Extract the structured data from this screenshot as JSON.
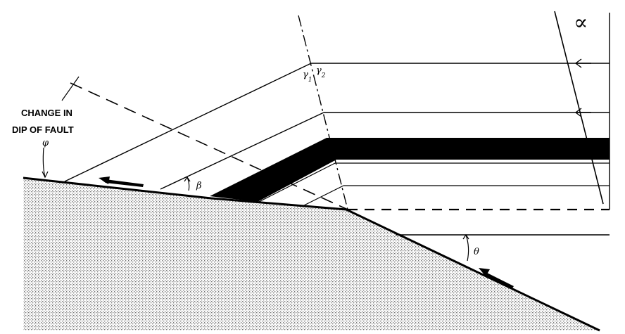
{
  "diagram": {
    "annotation_line1": "CHANGE IN",
    "annotation_line2": "DIP OF FAULT",
    "angle_phi": "φ",
    "angle_beta": "β",
    "angle_theta": "θ",
    "angle_gamma1": "γ",
    "angle_gamma1_sub": "1",
    "angle_gamma2": "γ",
    "angle_gamma2_sub": "2",
    "angle_alpha": "∝"
  },
  "colors": {
    "ink": "#000000",
    "paper": "#ffffff",
    "footwall_stipple": "#7a7a7a"
  }
}
